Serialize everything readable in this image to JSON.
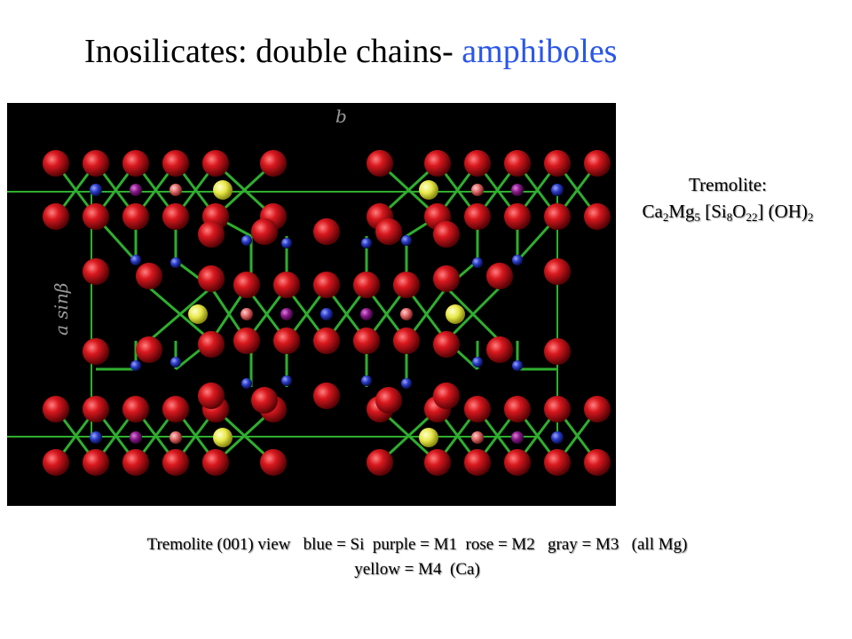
{
  "title": {
    "main": "Inosilicates: double chains- ",
    "accent": "amphiboles",
    "accent_color": "#2a56e8"
  },
  "structure": {
    "axis_b": "b",
    "axis_a": "a sinβ",
    "colors": {
      "background": "#000000",
      "bond": "#2fae2f",
      "oxygen": "#c8141a",
      "si": "#3344cc",
      "m1": "#8a1a8a",
      "m2": "#e07070",
      "m4": "#e8e84a"
    }
  },
  "formula": {
    "label": "Tremolite:",
    "ca": "Ca",
    "ca_n": "2",
    "mg": "Mg",
    "mg_n": "5",
    "si_open": " [Si",
    "si_n": "8",
    "o": "O",
    "o_n": "22",
    "oh": "] (OH)",
    "oh_n": "2"
  },
  "caption": {
    "line1": "Tremolite (001) view   blue = Si  purple = M1  rose = M2   gray = M3   (all Mg)",
    "line2": "yellow = M4  (Ca)"
  }
}
